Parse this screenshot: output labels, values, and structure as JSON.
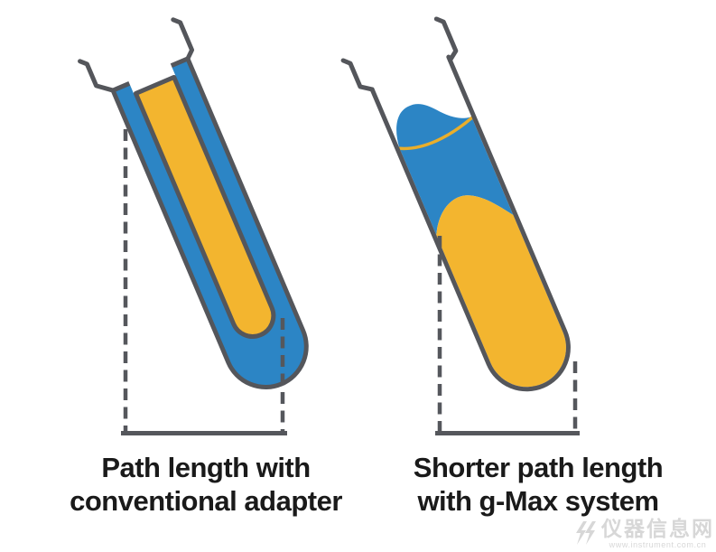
{
  "colors": {
    "background": "#ffffff",
    "blue": "#2C85C5",
    "yellow": "#F3B52F",
    "yellow_line": "#E9AE2B",
    "outline": "#54565B",
    "marker": "#55575C",
    "text": "#1A1A1A",
    "watermark": "#D4D4D4"
  },
  "captions": {
    "left": {
      "line1": "Path length with",
      "line2": "conventional adapter"
    },
    "right": {
      "line1": "Shorter path length",
      "line2": "with g-Max system"
    }
  },
  "watermark": {
    "logo_icon": "double-lightning-bolt-icon",
    "site_name": "仪器信息网",
    "site_url": "www.instrument.com.cn"
  }
}
